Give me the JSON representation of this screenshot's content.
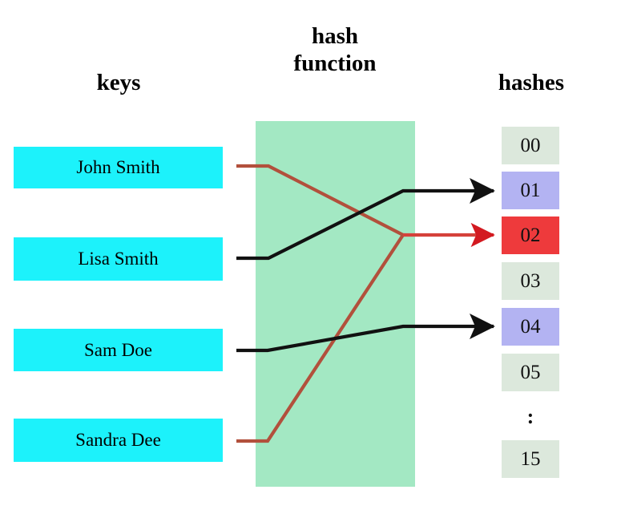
{
  "diagram": {
    "title": "hash function mapping keys to hashes",
    "headings": {
      "keys": "keys",
      "hash_function": "hash\nfunction",
      "hashes": "hashes"
    },
    "colors": {
      "key_box": "#1cf2fb",
      "hash_panel": "#a3e8c3",
      "hash_cell_empty": "#dce8dc",
      "hash_cell_filled": "#b3b3f2",
      "hash_cell_collision": "#ee3a3c",
      "wire_black": "#111111",
      "wire_red": "#c0392b",
      "arrow_red": "#d31920",
      "background": "#ffffff"
    },
    "keys": [
      {
        "label": "John Smith",
        "maps_to": "02",
        "wire_color": "red"
      },
      {
        "label": "Lisa Smith",
        "maps_to": "01",
        "wire_color": "black"
      },
      {
        "label": "Sam Doe",
        "maps_to": "04",
        "wire_color": "black"
      },
      {
        "label": "Sandra Dee",
        "maps_to": "02",
        "wire_color": "red"
      }
    ],
    "hashes": [
      {
        "label": "00",
        "state": "empty"
      },
      {
        "label": "01",
        "state": "filled"
      },
      {
        "label": "02",
        "state": "collision"
      },
      {
        "label": "03",
        "state": "empty"
      },
      {
        "label": "04",
        "state": "filled"
      },
      {
        "label": "05",
        "state": "empty"
      },
      {
        "label": ":",
        "state": "ellipsis"
      },
      {
        "label": "15",
        "state": "empty"
      }
    ]
  }
}
